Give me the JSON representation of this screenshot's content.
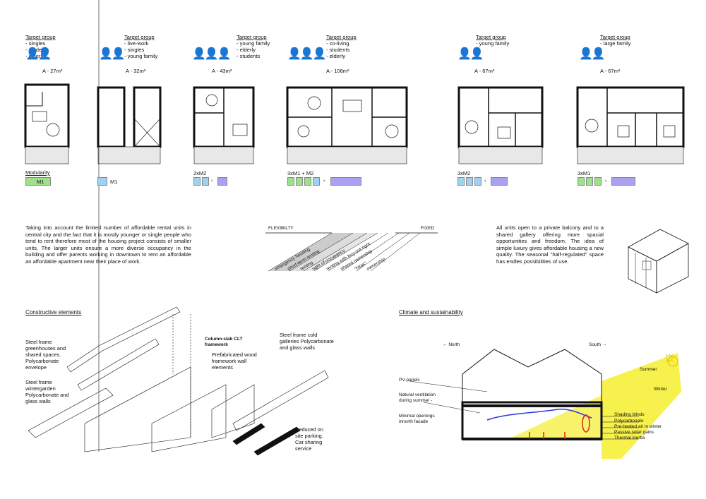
{
  "units": [
    {
      "heading": "Target group",
      "groups": [
        "- singles",
        "- students",
        "- elderly"
      ],
      "area": "A - 27m²",
      "modularity_title": "Modularity",
      "module_label": "M1"
    },
    {
      "heading": "Target group",
      "groups": [
        "- live-work",
        "- singles",
        "- young family"
      ],
      "area": "A - 32m²",
      "module_label": "M1"
    },
    {
      "heading": "Target group",
      "groups": [
        "- young family",
        "- elderly",
        "- students"
      ],
      "area": "A - 43m²",
      "module_label": "2xM2"
    },
    {
      "heading": "Target group",
      "groups": [
        "- co-living",
        "- students",
        "- elderly"
      ],
      "area": "A - 106m²",
      "module_label": "3xM1 + M2"
    },
    {
      "heading": "Target group",
      "groups": [
        "- young family"
      ],
      "area": "A - 67m²",
      "module_label": "3xM2"
    },
    {
      "heading": "Target group",
      "groups": [
        "- large family"
      ],
      "area": "A - 67m²",
      "module_label": "3xM1"
    }
  ],
  "intro_paragraph": "Taking into account the limited number of affordable rental units in central city and the fact that it is mostly younger or single people who tend to rent therefore most of the housing project consists of smaller units. The larger units ensure a more diverse occupancy in the building and offer parents working in downtown to rent an affordable an affordable apartment near their place of work.",
  "flex": {
    "left": "FLEXIBILTY",
    "right": "FIXED",
    "items": [
      "emergency housing",
      "short-term renting",
      "renting",
      "right of occupancy",
      "renting with buy-out right",
      "shared ownership",
      "\"hitas\"",
      "ownership"
    ]
  },
  "balcony_paragraph": "All units open to a private balcony and to a shared gallery offering more spacial opportunities and freedom. The idea of simple luxury gives affordable housing a new quality. The seasonal \"half-regulated\" space has endles possibilities of use.",
  "constructive": {
    "title": "Constructive elements",
    "labels": [
      "Steel frame greenhouses and shared spaces. Polycarbonate envelope",
      "Steel frame wintergarden Polycarbonate and glass walls",
      "Column-slab CLT framework",
      "Prefabricated wood framework wall elements",
      "Steel frame cold galleries Polycarbonate and glass walls",
      "Reduced on site parking. Car sharing service"
    ]
  },
  "climate": {
    "title": "Climate and sustainability",
    "north": "North",
    "south": "South",
    "summer": "Summer",
    "winter": "Winter",
    "left_labels": [
      "PV-panels",
      "Natural ventilation during summer -",
      "Minimal openings innorth facade"
    ],
    "right_labels": [
      "Shading blinds",
      "Polycarbonate",
      "Pre-heated air in winter",
      "Passive solar gains",
      "Thermal inertia"
    ]
  }
}
